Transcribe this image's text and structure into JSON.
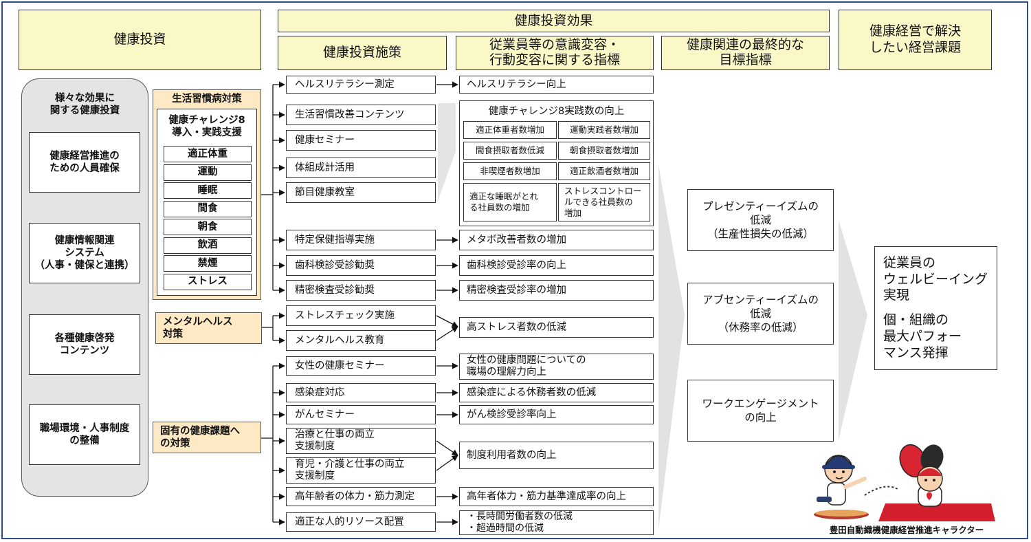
{
  "headers": {
    "investment": "健康投資",
    "effect": "健康投資効果",
    "measures": "健康投資施策",
    "behavior": "従業員等の意識変容・\n行動変容に関する指標",
    "final": "健康関連の最終的な\n目標指標",
    "issue": "健康経営で解決\nしたい経営課題"
  },
  "investment_panel": {
    "title": "様々な効果に\n関する健康投資",
    "items": [
      "健康経営推進の\nための人員確保",
      "健康情報関連\nシステム\n（人事・健保と連携）",
      "各種健康啓発\nコンテンツ",
      "職場環境・人事制度\nの整備"
    ]
  },
  "lifestyle": {
    "title": "生活習慣病対策",
    "subtitle": "健康チャレンジ8\n導入・実践支援",
    "items": [
      "適正体重",
      "運動",
      "睡眠",
      "間食",
      "朝食",
      "飲酒",
      "禁煙",
      "ストレス"
    ]
  },
  "mental_label": "メンタルヘルス\n対策",
  "specific_label": "固有の健康課題へ\nの対策",
  "measures": [
    "ヘルスリテラシー測定",
    "生活習慣改善コンテンツ",
    "健康セミナー",
    "体組成計活用",
    "節目健康教室",
    "特定保健指導実施",
    "歯科検診受診勧奨",
    "精密検査受診勧奨",
    "ストレスチェック実施",
    "メンタルヘルス教育",
    "女性の健康セミナー",
    "感染症対応",
    "がんセミナー",
    "治療と仕事の両立\n支援制度",
    "育児・介護と仕事の両立\n支援制度",
    "高年齢者の体力・筋力測定",
    "適正な人的リソース配置"
  ],
  "outcomes": {
    "literacy": "ヘルスリテラシー向上",
    "challenge_title": "健康チャレンジ8実践数の向上",
    "challenge_cells": [
      "適正体重者数増加",
      "運動実践者数増加",
      "間食摂取者数低減",
      "朝食摂取者数増加",
      "非喫煙者数増加",
      "適正飲酒者数増加",
      "適正な睡眠がとれ\nる社員数の増加",
      "ストレスコントロー\nルできる社員数の\n増加"
    ],
    "metabo": "メタボ改善者数の増加",
    "dental": "歯科検診受診率の向上",
    "detail": "精密検査受診率の増加",
    "stress": "高ストレス者数の低減",
    "women": "女性の健康問題についての\n職場の理解力向上",
    "infection": "感染症による休務者数の低減",
    "cancer": "がん検診受診率向上",
    "system": "制度利用者数の向上",
    "elderly": "高年者体力・筋力基準達成率の向上",
    "overtime": "・長時間労働者数の低減\n・超過時間の低減"
  },
  "final_indicators": [
    "プレゼンティーイズムの\n低減\n（生産性損失の低減）",
    "アブセンティーイズムの\n低減\n（休務率の低減）",
    "ワークエンゲージメント\nの向上"
  ],
  "business_issue": {
    "line1": "従業員の\nウェルビーイング\n実現",
    "line2": "個・組織の\n最大パフォー\nマンス発揮"
  },
  "character_caption": "豊田自動織機健康経営推進キャラクター"
}
